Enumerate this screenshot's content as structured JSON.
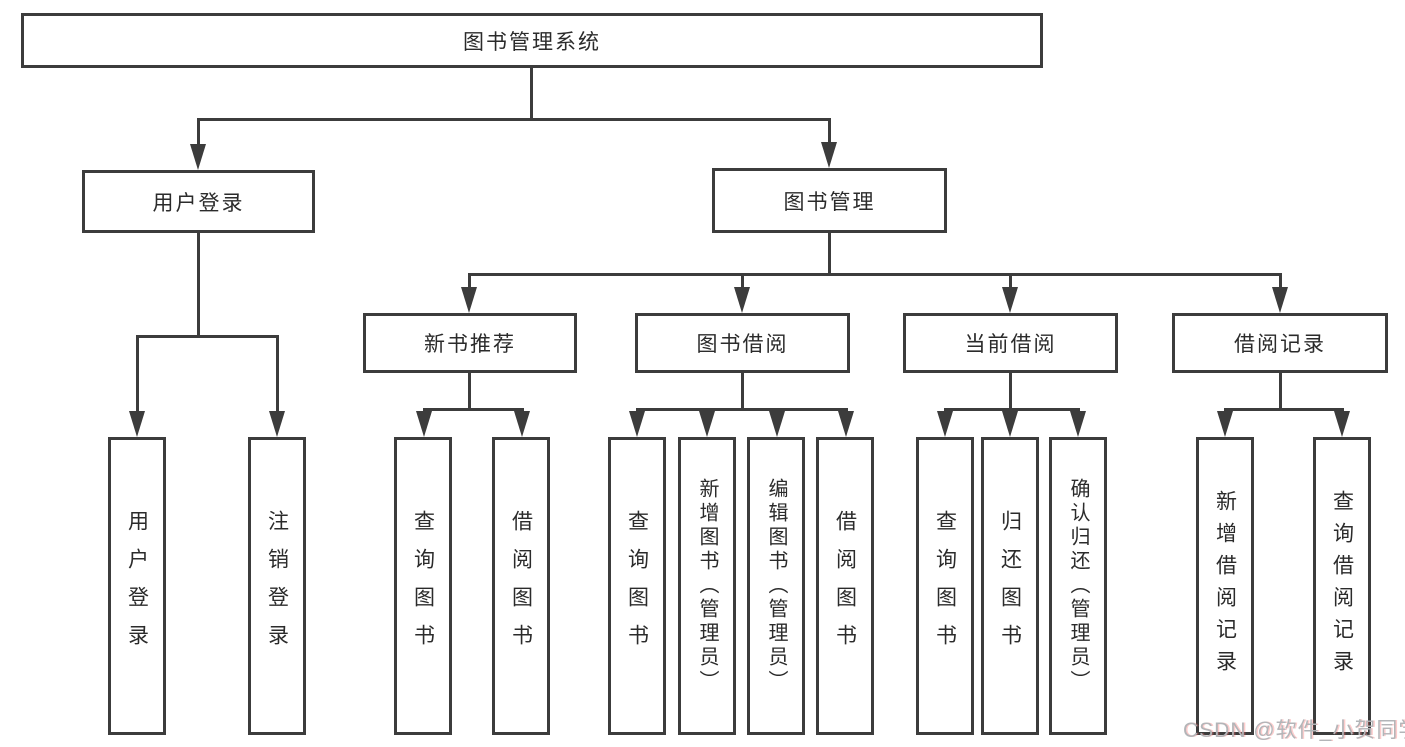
{
  "diagram": {
    "title": "图书管理系统",
    "root": {
      "label": "图书管理系统"
    },
    "level2": [
      {
        "id": "user-login",
        "label": "用户登录"
      },
      {
        "id": "book-management",
        "label": "图书管理"
      }
    ],
    "level3": [
      {
        "id": "new-book-recommend",
        "label": "新书推荐",
        "parent": "图书管理"
      },
      {
        "id": "book-borrow",
        "label": "图书借阅",
        "parent": "图书管理"
      },
      {
        "id": "current-borrow",
        "label": "当前借阅",
        "parent": "图书管理"
      },
      {
        "id": "borrow-records",
        "label": "借阅记录",
        "parent": "图书管理"
      }
    ],
    "leaves": [
      {
        "id": "user-login-leaf",
        "label": "用户登录",
        "parent": "用户登录"
      },
      {
        "id": "logout-leaf",
        "label": "注销登录",
        "parent": "用户登录"
      },
      {
        "id": "query-books-recommend",
        "label": "查询图书",
        "parent": "新书推荐"
      },
      {
        "id": "borrow-books-recommend",
        "label": "借阅图书",
        "parent": "新书推荐"
      },
      {
        "id": "query-books-borrow",
        "label": "查询图书",
        "parent": "图书借阅"
      },
      {
        "id": "add-books-admin",
        "label": "新增图书（管理员）",
        "parent": "图书借阅"
      },
      {
        "id": "edit-books-admin",
        "label": "编辑图书（管理员）",
        "parent": "图书借阅"
      },
      {
        "id": "borrow-books",
        "label": "借阅图书",
        "parent": "图书借阅"
      },
      {
        "id": "query-books-current",
        "label": "查询图书",
        "parent": "当前借阅"
      },
      {
        "id": "return-books",
        "label": "归还图书",
        "parent": "当前借阅"
      },
      {
        "id": "confirm-return-admin",
        "label": "确认归还（管理员）",
        "parent": "当前借阅"
      },
      {
        "id": "add-borrow-record",
        "label": "新增借阅记录",
        "parent": "借阅记录"
      },
      {
        "id": "query-borrow-record",
        "label": "查询借阅记录",
        "parent": "借阅记录"
      }
    ]
  },
  "watermark": {
    "text": "CSDN @软件_小贺同学"
  },
  "colors": {
    "background": "#ffffff",
    "line": "#3c3c3c",
    "box_border": "#3c3c3c",
    "text": "#2b2b2b",
    "watermark": "#b3b5b8"
  }
}
